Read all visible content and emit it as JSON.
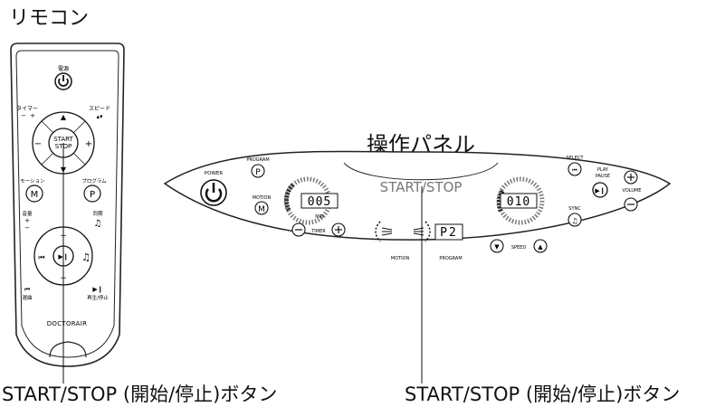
{
  "titles": {
    "remote": "リモコン",
    "panel": "操作パネル"
  },
  "captions": {
    "remote_button": "START/STOP (開始/停止)ボタン",
    "panel_button": "START/STOP (開始/停止)ボタン"
  },
  "remote": {
    "power_label": "電源",
    "timer_label": "タイマー",
    "timer_minus": "−",
    "timer_plus": "+",
    "speed_label": "スピード",
    "start_label": "START",
    "stop_label": "STOP",
    "motion_label": "モーション",
    "motion_button": "M",
    "program_label": "プログラム",
    "program_button": "P",
    "volume_label": "音量",
    "volume_plus": "+",
    "volume_minus": "−",
    "sync_label": "同期",
    "select_label": "選曲",
    "playpause_label": "再生/停止",
    "brand": "DOCTORAIR"
  },
  "panel": {
    "power_label": "POWER",
    "program_label": "PROGRAM",
    "program_button": "P",
    "motion_label": "MOTION",
    "motion_button": "M",
    "timer_display": "005",
    "timer_unit": "MIN",
    "timer_label": "TIMER",
    "start_stop": "START/STOP",
    "motion_bottom": "MOTION",
    "program_display": "P2",
    "program_bottom": "PROGRAM",
    "speed_display": "010",
    "speed_label": "SPEED",
    "select_label": "SELECT",
    "play_label": "PLAY",
    "pause_label": "PAUSE",
    "volume_label": "VOLUME",
    "sync_label": "SYNC"
  }
}
